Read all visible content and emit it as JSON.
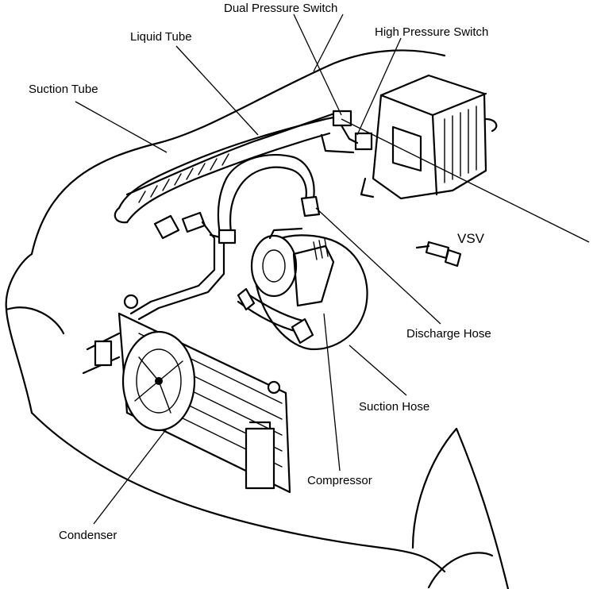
{
  "labels": {
    "dual_pressure_switch": "Dual Pressure Switch",
    "high_pressure_switch": "High Pressure Switch",
    "liquid_tube": "Liquid Tube",
    "suction_tube": "Suction Tube",
    "vsv": "VSV",
    "discharge_hose": "Discharge Hose",
    "suction_hose": "Suction Hose",
    "compressor": "Compressor",
    "condenser": "Condenser"
  }
}
